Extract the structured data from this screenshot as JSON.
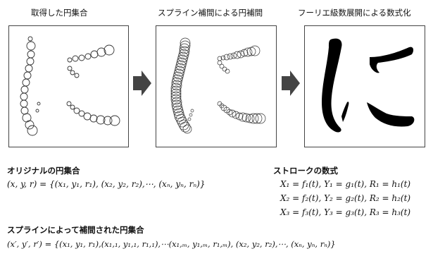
{
  "panels": {
    "left_title": "取得した円集合",
    "middle_title": "スプライン補間による円補間",
    "right_title": "フーリエ級数展開による数式化"
  },
  "sections": {
    "original_heading": "オリジナルの円集合",
    "original_formula": "(x, y, r) = {(x₁, y₁, r₁), (x₂, y₂, r₂),⋯, (xₙ, yₙ, rₙ)}",
    "stroke_heading": "ストロークの数式",
    "stroke_formulas": [
      "X₁ = f₁(t), Y₁ = g₁(t), R₁ = h₁(t)",
      "X₂ = f₂(t), Y₂ = g₂(t), R₂ = h₂(t)",
      "X₃ = f₃(t), Y₃ = g₃(t), R₃ = h₃(t)"
    ],
    "spline_heading": "スプラインによって補間された円集合",
    "spline_formula": "(x′, y′, r′) = {(x₁, y₁, r₁),(x₁,₁, y₁,₁, r₁,₁),⋯(x₁,ₘ, y₁,ₘ, r₁,ₘ), (x₂, y₂, r₂),⋯, (xₙ, yₙ, rₙ)}"
  },
  "colors": {
    "arrow": "#444444",
    "stroke": "#333333",
    "ink": "#000000"
  }
}
